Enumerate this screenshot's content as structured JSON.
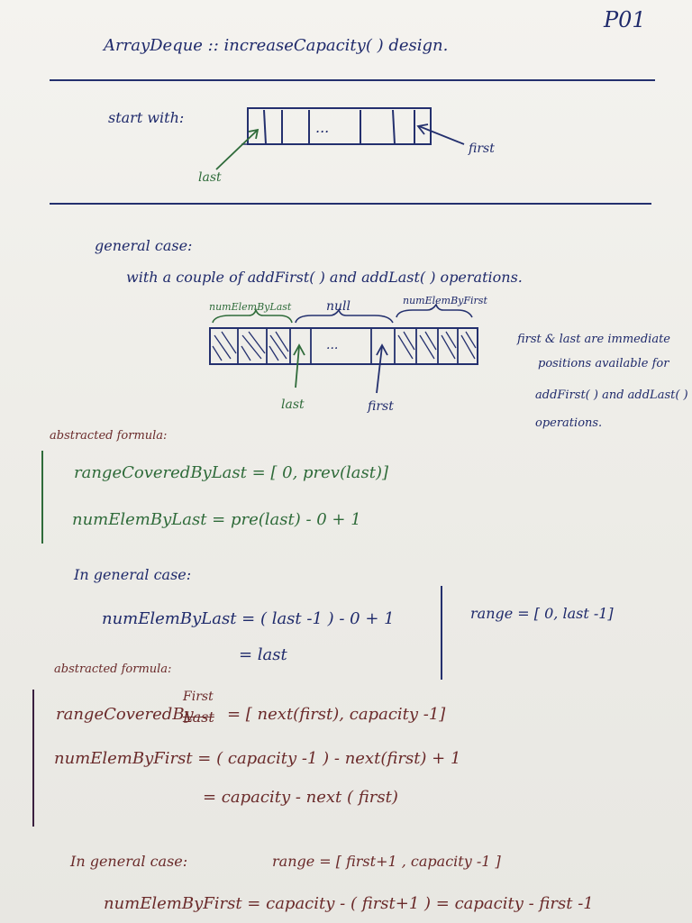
{
  "page": {
    "number": "P01",
    "title": "ArrayDeque :: increaseCapacity( )  design."
  },
  "start": {
    "label": "start with:",
    "dots": "...",
    "last_label": "last",
    "first_label": "first"
  },
  "general": {
    "heading": "general case:",
    "subheading": "with a couple of addFirst( ) and addLast( ) operations.",
    "brace_last": "numElemByLast",
    "brace_null": "null",
    "brace_first": "numElemByFirst",
    "dots": "...",
    "last_label": "last",
    "first_label": "first",
    "note": [
      "first & last are immediate",
      "positions available for",
      "addFirst( ) and addLast( )",
      "operations."
    ]
  },
  "last_section": {
    "abstracted_label": "abstracted formula:",
    "formula_range": "rangeCoveredByLast  =  [ 0,  prev(last)]",
    "formula_num": "numElemByLast  =  pre(last) - 0 + 1",
    "general_label": "In general case:",
    "general_num_1": "numElemByLast  =  ( last -1 ) - 0 + 1",
    "general_num_2": "=  last",
    "general_range": "range  =  [ 0,  last -1]"
  },
  "first_section": {
    "abstracted_label": "abstracted formula:",
    "formula_range_prefix": "rangeCoveredBy",
    "formula_range_struck": "Last",
    "formula_range_insert": "First",
    "formula_range_suffix": "=  [ next(first),  capacity -1]",
    "formula_num_1": "numElemByFirst  =  ( capacity -1 ) - next(first) + 1",
    "formula_num_2": "=  capacity  -  next ( first)",
    "general_label": "In general case:",
    "general_range": "range  =  [ first+1 ,  capacity -1 ]",
    "general_num": "numElemByFirst  =  capacity - ( first+1 )  =  capacity - first -1"
  },
  "colors": {
    "ink_blue": "#1f2a6b",
    "ink_green": "#2f6b3a",
    "ink_dark": "#6a2a2a",
    "paper": "#f2f1ed"
  }
}
